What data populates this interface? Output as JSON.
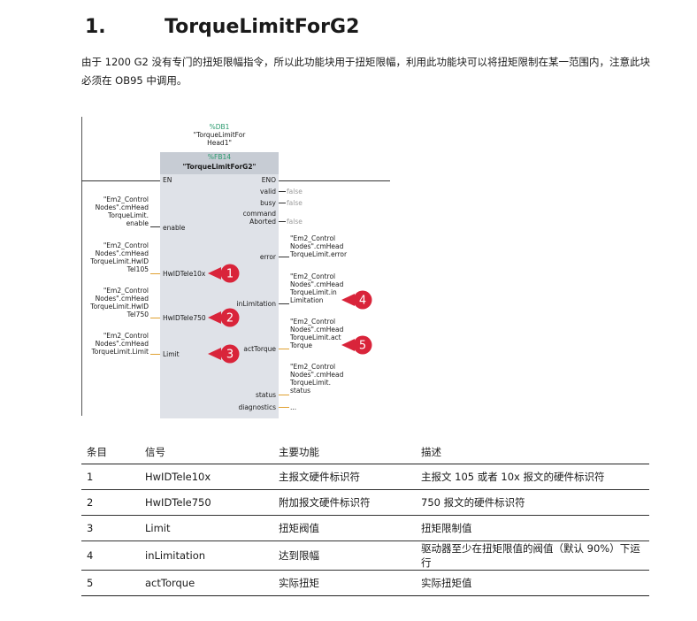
{
  "heading": {
    "number": "1.",
    "title": "TorqueLimitForG2"
  },
  "intro": "由于 1200 G2 没有专门的扭矩限幅指令，所以此功能块用于扭矩限幅，利用此功能块可以将扭矩限制在某一范围内，注意此块必须在 OB95 中调用。",
  "diagram": {
    "db_number": "%DB1",
    "db_name_1": "\"TorqueLimitFor",
    "db_name_2": "Head1\"",
    "fb_number": "%FB14",
    "fb_name": "\"TorqueLimitForG2\"",
    "en": "EN",
    "eno": "ENO",
    "inputs": [
      {
        "label": "enable",
        "tag": [
          "\"Em2_Control",
          "Nodes\".cmHead",
          "TorqueLimit.",
          "enable"
        ]
      },
      {
        "label": "HwIDTele10x",
        "tag": [
          "\"Em2_Control",
          "Nodes\".cmHead",
          "TorqueLimit.HwID",
          "Tel105"
        ]
      },
      {
        "label": "HwIDTele750",
        "tag": [
          "\"Em2_Control",
          "Nodes\".cmHead",
          "TorqueLimit.HwID",
          "Tel750"
        ]
      },
      {
        "label": "Limit",
        "tag": [
          "\"Em2_Control",
          "Nodes\".cmHead",
          "TorqueLimit.Limit"
        ]
      }
    ],
    "outputs": [
      {
        "label": "valid",
        "value": "false"
      },
      {
        "label": "busy",
        "value": "false"
      },
      {
        "label_1": "command",
        "label_2": "Aborted",
        "value": "false"
      },
      {
        "label": "error",
        "tag": [
          "\"Em2_Control",
          "Nodes\".cmHead",
          "TorqueLimit.error"
        ]
      },
      {
        "label": "inLimitation",
        "tag": [
          "\"Em2_Control",
          "Nodes\".cmHead",
          "TorqueLimit.in",
          "Limitation"
        ]
      },
      {
        "label": "actTorque",
        "tag": [
          "\"Em2_Control",
          "Nodes\".cmHead",
          "TorqueLimit.act",
          "Torque"
        ]
      },
      {
        "label": "status",
        "tag": [
          "\"Em2_Control",
          "Nodes\".cmHead",
          "TorqueLimit.",
          "status"
        ]
      },
      {
        "label": "diagnostics",
        "value": "..."
      }
    ],
    "markers": [
      "1",
      "2",
      "3",
      "4",
      "5"
    ],
    "marker_color": "#d9243a",
    "wire_color_orange": "#e0a030"
  },
  "table": {
    "headers": [
      "条目",
      "信号",
      "主要功能",
      "描述"
    ],
    "rows": [
      [
        "1",
        "HwIDTele10x",
        "主报文硬件标识符",
        "主报文 105 或者 10x 报文的硬件标识符"
      ],
      [
        "2",
        "HwIDTele750",
        "附加报文硬件标识符",
        "750 报文的硬件标识符"
      ],
      [
        "3",
        "Limit",
        "扭矩阀值",
        "扭矩限制值"
      ],
      [
        "4",
        "inLimitation",
        "达到限幅",
        "驱动器至少在扭矩限值的阀值（默认 90%）下运行"
      ],
      [
        "5",
        "actTorque",
        "实际扭矩",
        "实际扭矩值"
      ]
    ]
  }
}
